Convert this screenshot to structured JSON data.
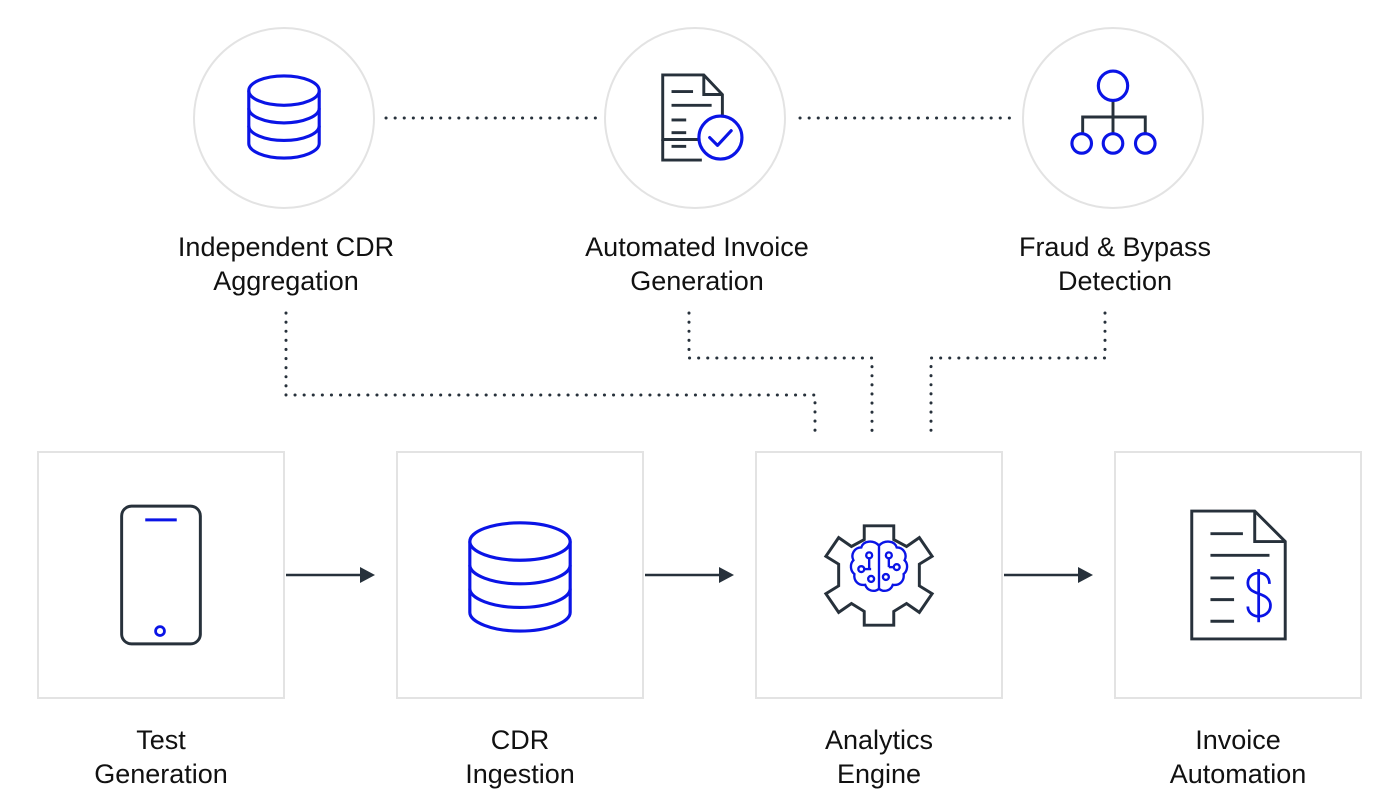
{
  "colors": {
    "accent": "#0a14e6",
    "stroke": "#27313b",
    "border": "#e3e3e3",
    "text": "#111111"
  },
  "top_row": [
    {
      "id": "cdr-aggregation",
      "icon": "database-icon",
      "line1": "Independent CDR",
      "line2": "Aggregation"
    },
    {
      "id": "invoice-generation",
      "icon": "document-check-icon",
      "line1": "Automated Invoice",
      "line2": "Generation"
    },
    {
      "id": "fraud-detection",
      "icon": "hierarchy-icon",
      "line1": "Fraud & Bypass",
      "line2": "Detection"
    }
  ],
  "pipeline": [
    {
      "id": "test-generation",
      "icon": "smartphone-icon",
      "line1": "Test",
      "line2": "Generation"
    },
    {
      "id": "cdr-ingestion",
      "icon": "database-icon",
      "line1": "CDR",
      "line2": "Ingestion"
    },
    {
      "id": "analytics-engine",
      "icon": "gear-brain-icon",
      "line1": "Analytics",
      "line2": "Engine"
    },
    {
      "id": "invoice-automation",
      "icon": "invoice-dollar-icon",
      "line1": "Invoice",
      "line2": "Automation"
    }
  ]
}
